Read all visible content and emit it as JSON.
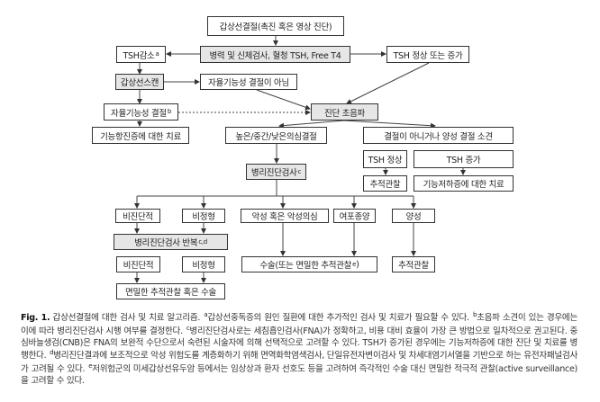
{
  "nodes": {
    "nodule": "갑상선결절(촉진 혹은 영상 진단)",
    "history": "병력 및 신체검사, 혈청 TSH, Free T4",
    "tsh_low": "TSH감소",
    "tsh_low_sup": "a",
    "tsh_normal_high": "TSH 정상 또는 증가",
    "scan": "갑상선스캔",
    "not_autonomous": "자율기능성 결절이 아님",
    "autonomous": "자율기능성 결절",
    "autonomous_sup": "b",
    "ultrasound": "진단 초음파",
    "hyper_treat": "기능항진증에 대한 치료",
    "suspicious": "높은/중간/낮은의심결절",
    "not_nodule": "결절이 아니거나 양성 결절 소견",
    "tsh_normal": "TSH 정상",
    "tsh_high": "TSH 증가",
    "followup1": "추적관찰",
    "hypo_treat": "기능저하증에 대한 치료",
    "biopsy": "병리진단검사",
    "biopsy_sup": "c",
    "nondiag": "비진단적",
    "atypical": "비정형",
    "malignant": "악성 혹은 악성의심",
    "follicular": "여포종양",
    "benign": "양성",
    "biopsy_repeat": "병리진단검사 반복",
    "biopsy_repeat_sup": "c,d",
    "nondiag2": "비진단적",
    "atypical2": "비정형",
    "surgery": "수술(또는 면밀한 추적관찰",
    "surgery_sup": "e",
    "surgery_close": ")",
    "followup2": "추적관찰",
    "close_followup": "면밀한 추적관찰 혹은 수술"
  },
  "caption": {
    "label": "Fig. 1.",
    "t0": " 갑상선결절에 대한 검사 및 치료 알고리즘. ",
    "a": "a",
    "ta": "갑상선중독증의 원인 질환에 대한 추가적인 검사 및 치료가 필요할 수 있다. ",
    "b": "b",
    "tb": "초음파 소견이 있는 경우에는 이에 따라 병리진단검사 시행 여부를 결정한다. ",
    "c": "c",
    "tc": "병리진단검사로는 세침흡인검사(FNA)가 정확하고, 비용 대비 효율이 가장 큰 방법으로 일차적으로 권고된다. 중심바늘생검(CNB)은 FNA의 보완적 수단으로서 숙련된 시술자에 의해 선택적으로 고려할 수 있다. TSH가 증가된 경우에는 기능저하증에 대한 진단 및 치료를 병행한다. ",
    "d": "d",
    "td": "병리진단결과에 보조적으로 악성 위험도를 계층화하기 위해 면역화학염색검사, 단일유전자변이검사 및 차세대염기서열을 기반으로 하는 유전자패널검사가 고려될 수 있다. ",
    "e": "e",
    "te": "저위험군의 미세갑상선유두암 등에서는 임상상과 환자 선호도 등을 고려하여 즉각적인 수술 대신 면밀한 적극적 관찰(active surveillance)을 고려할 수 있다."
  }
}
